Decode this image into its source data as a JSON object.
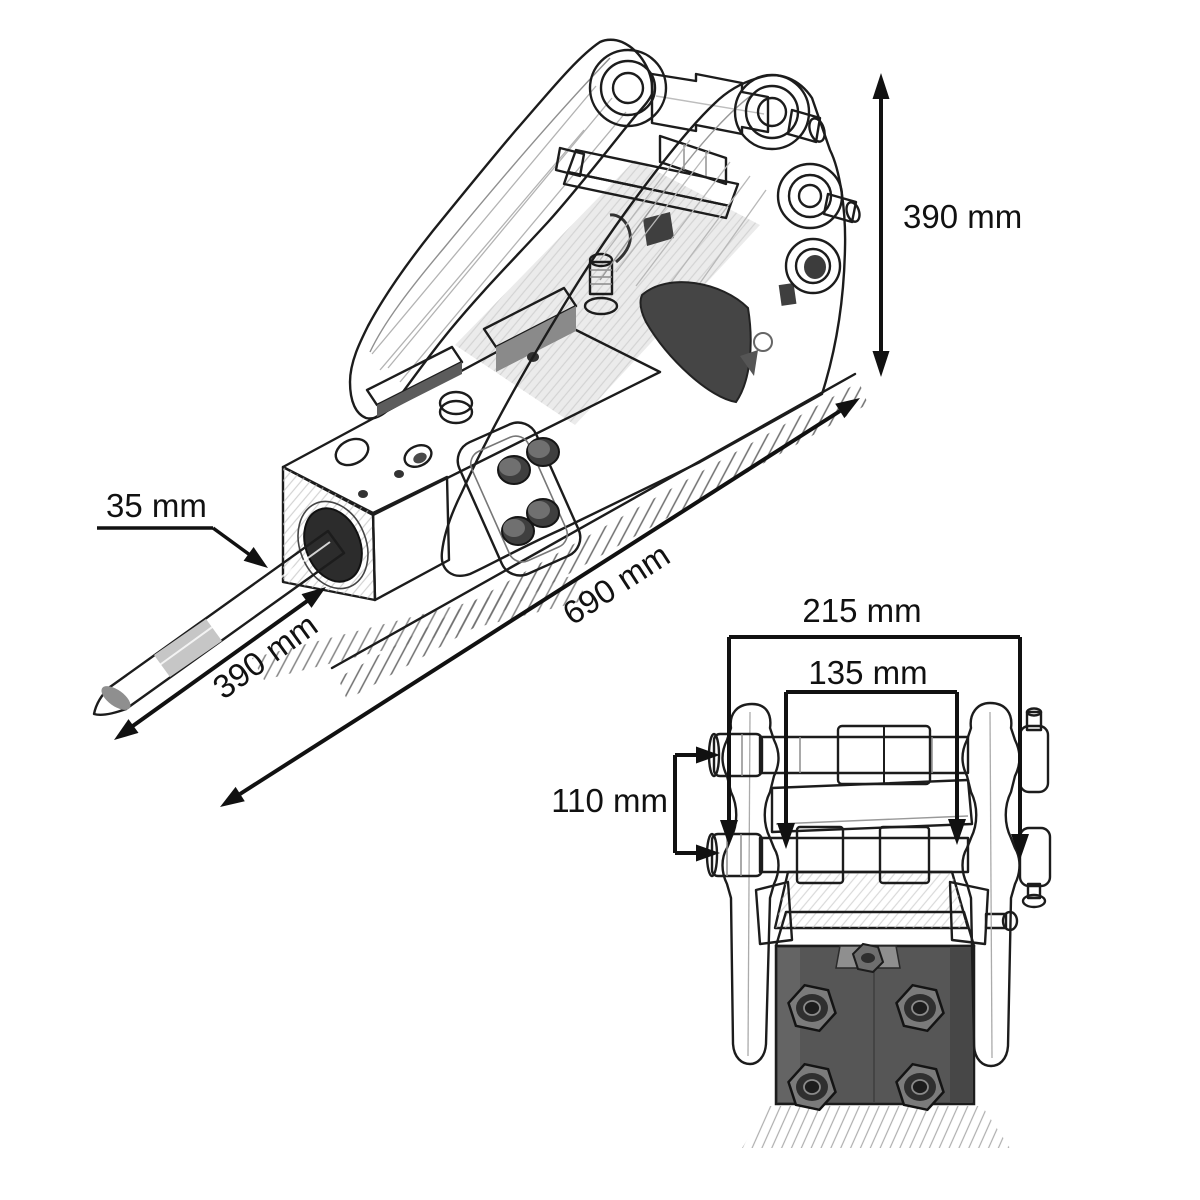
{
  "drawing": {
    "subject": "hydraulic-breaker-dimension-drawing",
    "background": "#ffffff",
    "ink_color": "#1c1c1c",
    "block_dark_color": "#565656",
    "shade_mid_color": "#bdbdbd",
    "shade_light_color": "#efefef"
  },
  "dimensions": {
    "body_height": {
      "label": "390 mm"
    },
    "chisel_diameter": {
      "label": "35 mm"
    },
    "chisel_length": {
      "label": "390 mm"
    },
    "overall_length": {
      "label": "690 mm"
    },
    "bracket_outer_width": {
      "label": "215 mm"
    },
    "bracket_inner_width": {
      "label": "135 mm"
    },
    "pin_spacing": {
      "label": "110 mm"
    }
  }
}
